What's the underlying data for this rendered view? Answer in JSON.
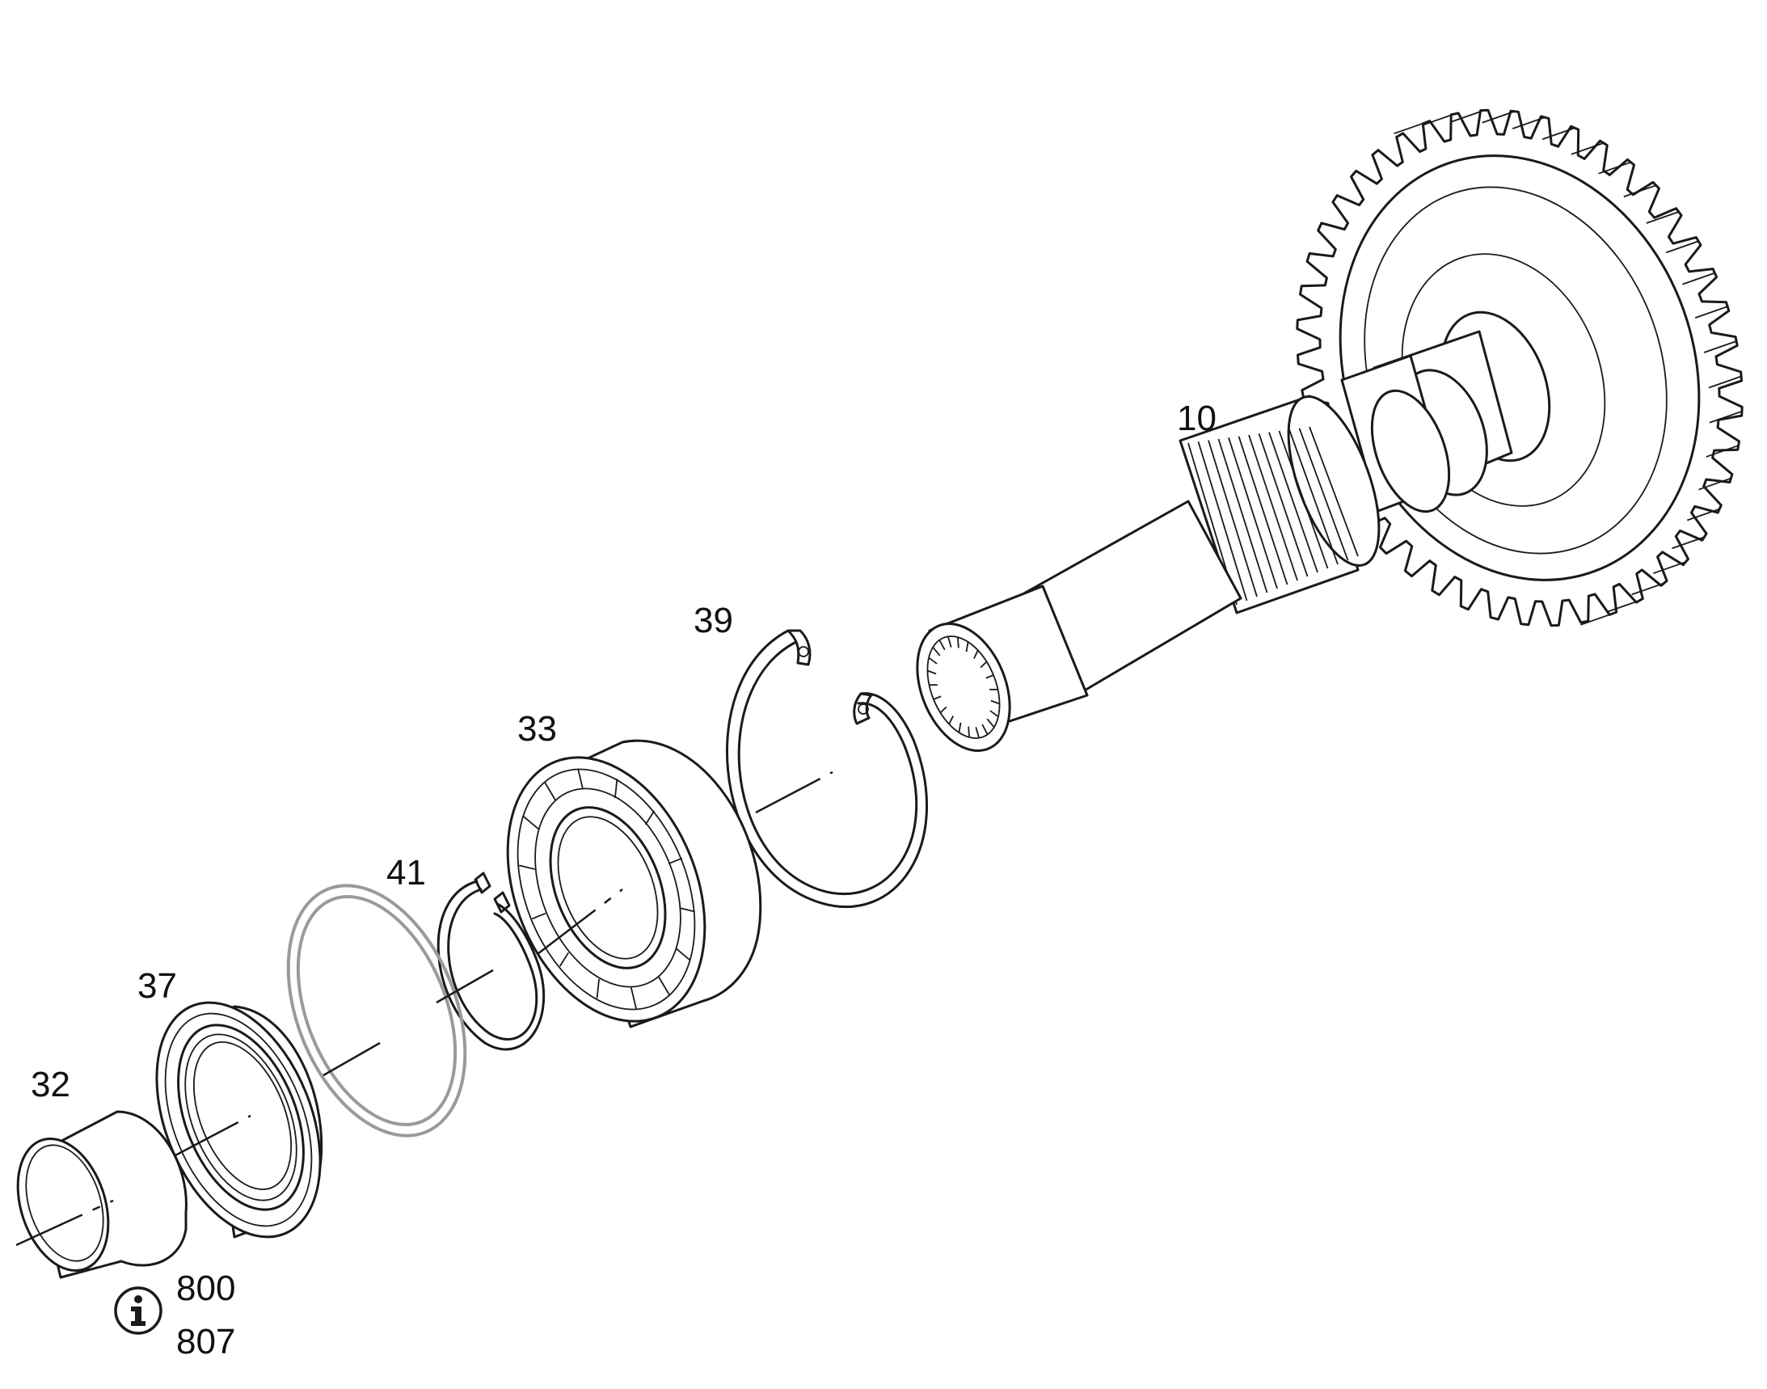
{
  "callouts": {
    "p10": "10",
    "p39": "39",
    "p33": "33",
    "p41": "41",
    "p37": "37",
    "p32": "32"
  },
  "info": {
    "icon": "info-icon",
    "ref1": "800",
    "ref2": "807"
  }
}
